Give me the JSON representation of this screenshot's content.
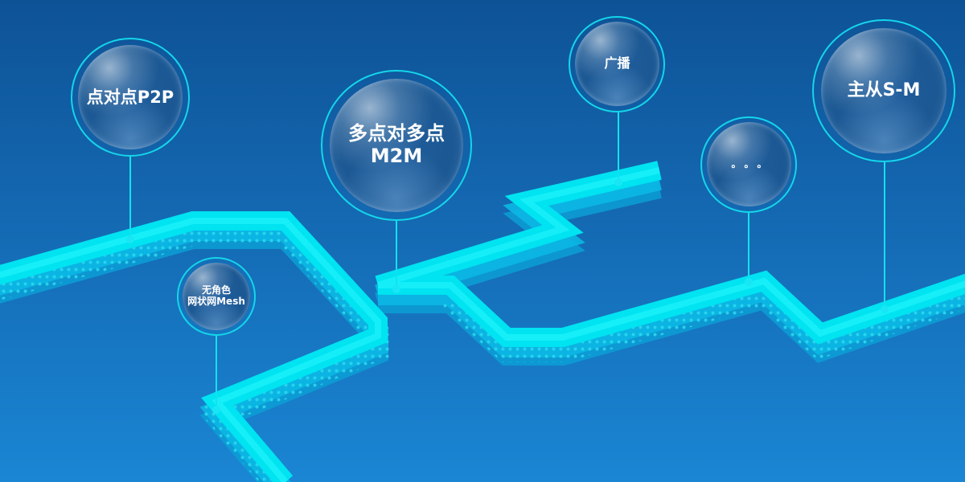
{
  "colors": {
    "background_top": "#0e5296",
    "background_bottom": "#1a86d4",
    "path_main": "#00e5f2",
    "path_shadow": "#0bbfe0",
    "ring": "#14d6ea"
  },
  "nodes": [
    {
      "id": "p2p",
      "lines": [
        "点对点P2P"
      ]
    },
    {
      "id": "mesh",
      "lines": [
        "无角色",
        "网状网Mesh"
      ]
    },
    {
      "id": "m2m",
      "lines": [
        "多点对多点",
        "M2M"
      ]
    },
    {
      "id": "broadcast",
      "lines": [
        "广播"
      ]
    },
    {
      "id": "more",
      "lines": [
        "。。。"
      ]
    },
    {
      "id": "sm",
      "lines": [
        "主从S-M"
      ]
    }
  ]
}
